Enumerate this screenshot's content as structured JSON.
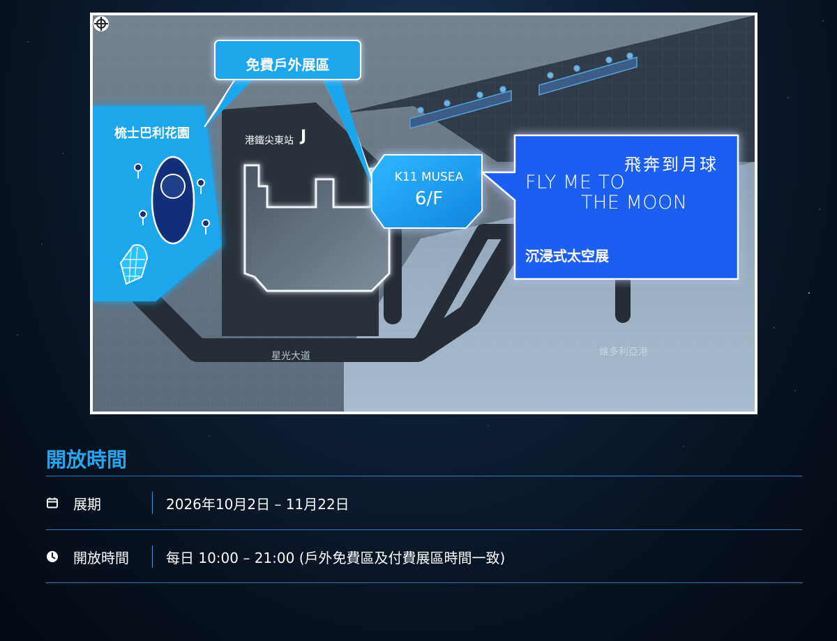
{
  "map": {
    "labels": {
      "gardens": "梳士巴利花園",
      "station": "港鐵尖東站",
      "station_logo": "J",
      "outdoor_zone": "免費戶外展區",
      "venue": "K11 MUSEA",
      "floor": "6/F",
      "avenue": "星光大道",
      "harbour": "維多利亞港"
    },
    "promo": {
      "title_zh": "飛奔到月球",
      "title_en_line1": "FLY ME TO",
      "title_en_line2": "THE MOON",
      "subtitle": "沉浸式太空展"
    },
    "icons": {
      "station": "mtr-logo-icon"
    }
  },
  "hours": {
    "title": "開放時間",
    "rows": [
      {
        "icon": "calendar-icon",
        "label": "展期",
        "value": "2026年10月2日 – 11月22日"
      },
      {
        "icon": "clock-icon",
        "label": "開放時間",
        "value": "每日 10:00 – 21:00 (戶外免費區及付費展區時間一致)"
      }
    ]
  },
  "colors": {
    "accent": "#2aa3ea",
    "promo_blue": "#1a5ff0",
    "zone_cyan": "#1aa6ec",
    "divider": "#2a7cb8"
  }
}
